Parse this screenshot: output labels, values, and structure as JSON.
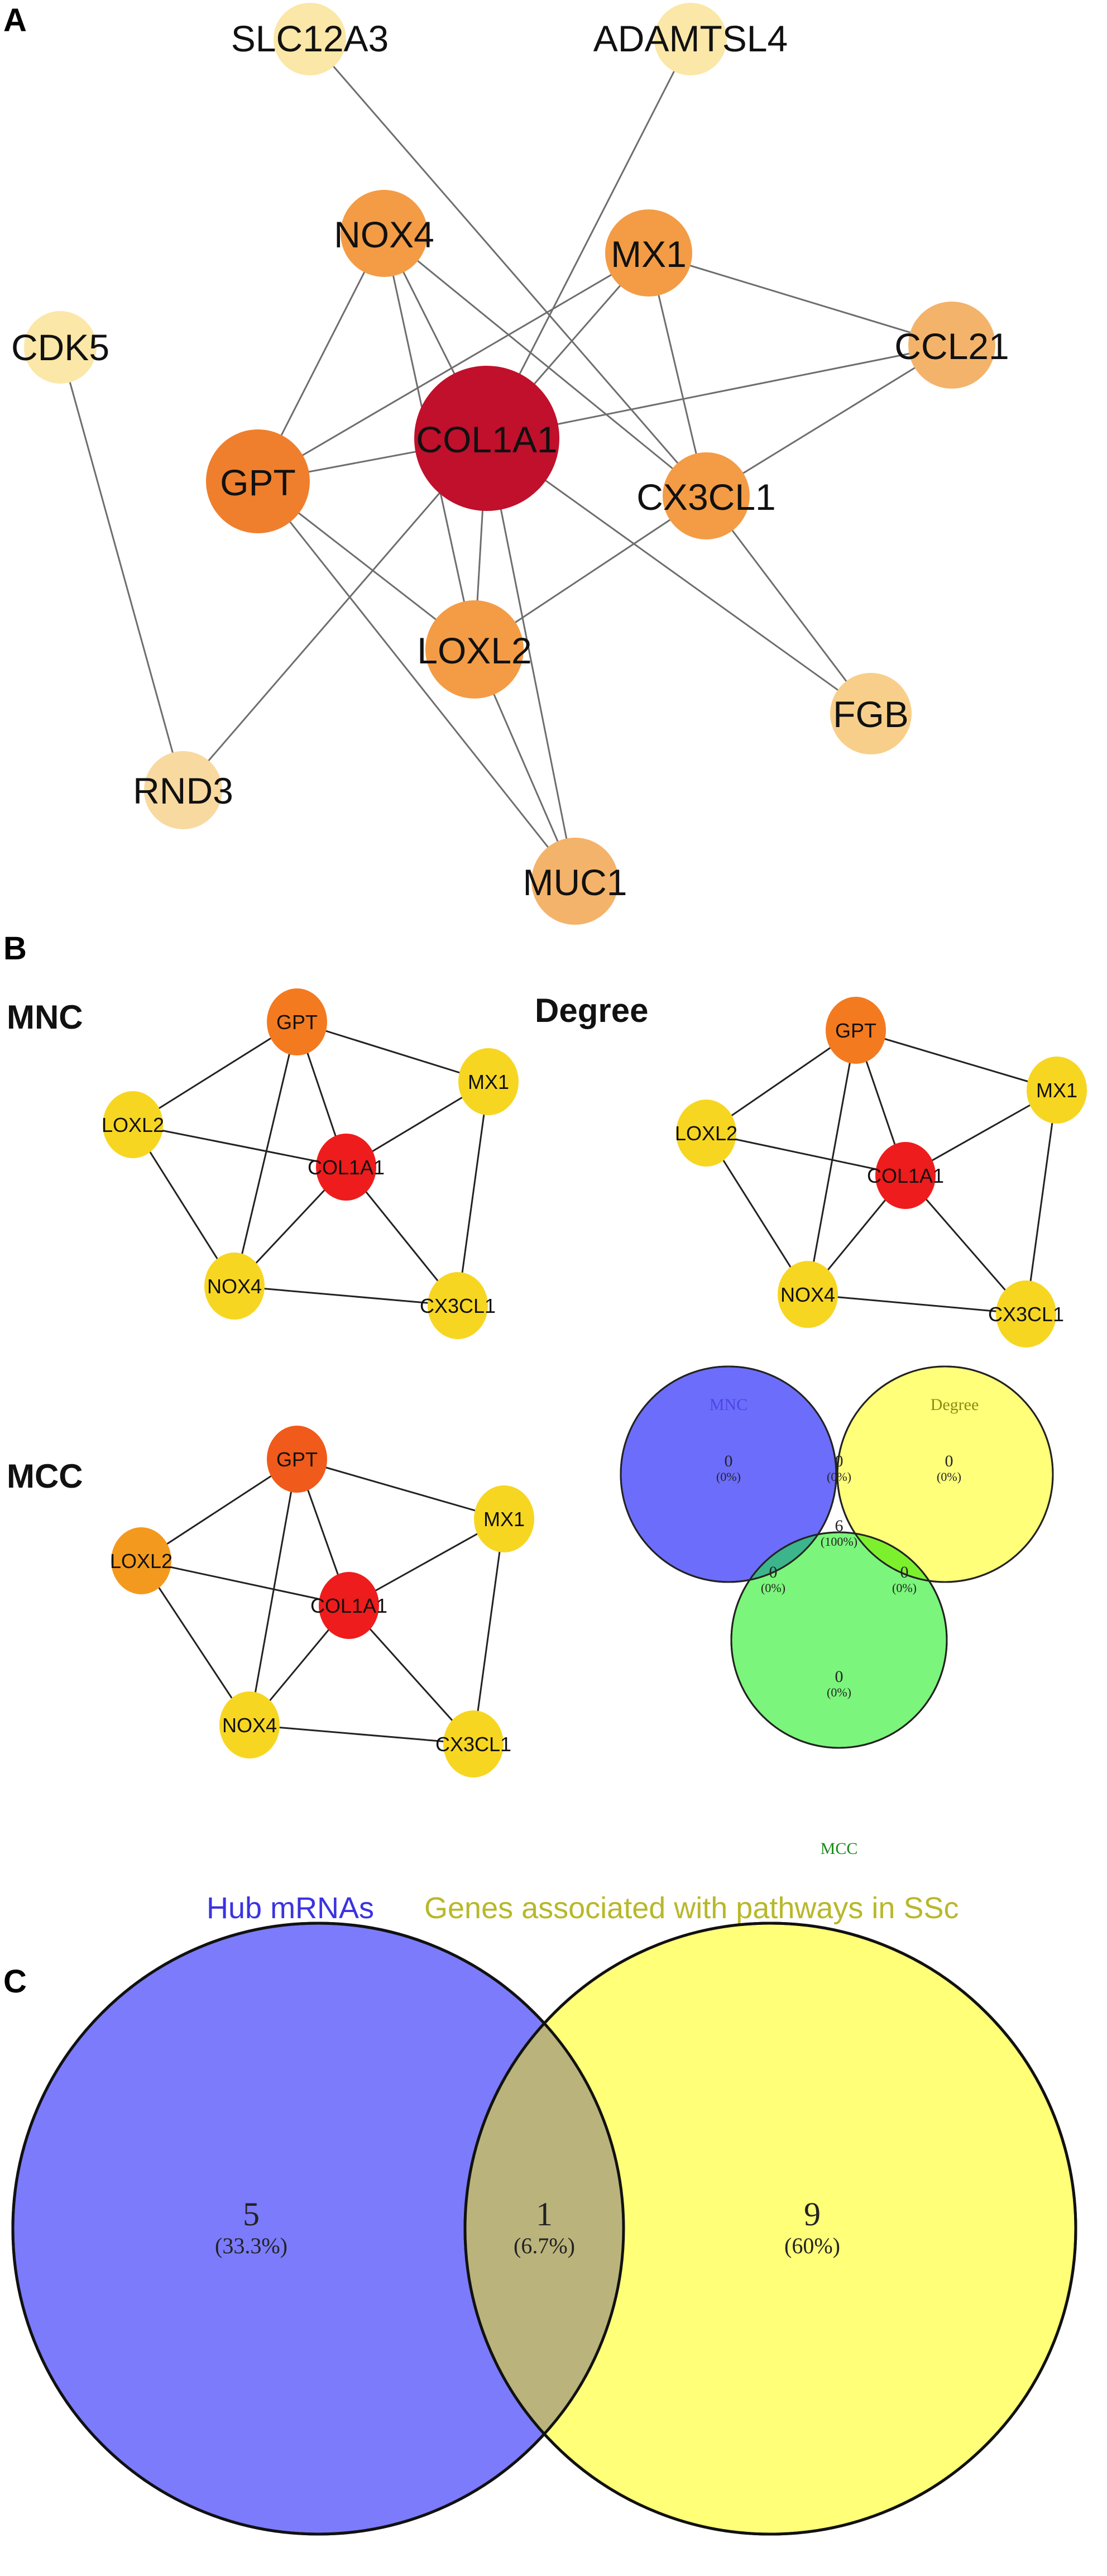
{
  "panels": {
    "a": {
      "letter": "A"
    },
    "b": {
      "letter": "B"
    },
    "c": {
      "letter": "C"
    }
  },
  "network_a": {
    "nodes": [
      {
        "id": "SLC12A3",
        "label": "SLC12A3",
        "color": "#fbe7a7"
      },
      {
        "id": "ADAMTSL4",
        "label": "ADAMTSL4",
        "color": "#fbe7a7"
      },
      {
        "id": "NOX4",
        "label": "NOX4",
        "color": "#f39c45"
      },
      {
        "id": "MX1",
        "label": "MX1",
        "color": "#f39c45"
      },
      {
        "id": "CDK5",
        "label": "CDK5",
        "color": "#fbe7a7"
      },
      {
        "id": "CCL21",
        "label": "CCL21",
        "color": "#f4b36a"
      },
      {
        "id": "COL1A1",
        "label": "COL1A1",
        "color": "#c0102c"
      },
      {
        "id": "GPT",
        "label": "GPT",
        "color": "#ef7f2c"
      },
      {
        "id": "CX3CL1",
        "label": "CX3CL1",
        "color": "#f39c45"
      },
      {
        "id": "LOXL2",
        "label": "LOXL2",
        "color": "#f39c45"
      },
      {
        "id": "FGB",
        "label": "FGB",
        "color": "#f8cf8a"
      },
      {
        "id": "RND3",
        "label": "RND3",
        "color": "#f8d9a0"
      },
      {
        "id": "MUC1",
        "label": "MUC1",
        "color": "#f4b36a"
      }
    ],
    "edges": [
      [
        "SLC12A3",
        "CX3CL1"
      ],
      [
        "ADAMTSL4",
        "COL1A1"
      ],
      [
        "CDK5",
        "RND3"
      ],
      [
        "NOX4",
        "GPT"
      ],
      [
        "NOX4",
        "COL1A1"
      ],
      [
        "NOX4",
        "CX3CL1"
      ],
      [
        "NOX4",
        "LOXL2"
      ],
      [
        "MX1",
        "COL1A1"
      ],
      [
        "MX1",
        "CCL21"
      ],
      [
        "MX1",
        "CX3CL1"
      ],
      [
        "MX1",
        "GPT"
      ],
      [
        "CCL21",
        "COL1A1"
      ],
      [
        "CCL21",
        "CX3CL1"
      ],
      [
        "GPT",
        "COL1A1"
      ],
      [
        "GPT",
        "LOXL2"
      ],
      [
        "GPT",
        "MUC1"
      ],
      [
        "COL1A1",
        "LOXL2"
      ],
      [
        "COL1A1",
        "MUC1"
      ],
      [
        "COL1A1",
        "FGB"
      ],
      [
        "COL1A1",
        "RND3"
      ],
      [
        "LOXL2",
        "CX3CL1"
      ],
      [
        "LOXL2",
        "MUC1"
      ],
      [
        "CX3CL1",
        "FGB"
      ]
    ]
  },
  "hub_networks": [
    {
      "method": "MNC",
      "nodes": [
        {
          "id": "GPT",
          "label": "GPT",
          "color": "#f47a20"
        },
        {
          "id": "LOXL2",
          "label": "LOXL2",
          "color": "#f7d622"
        },
        {
          "id": "MX1",
          "label": "MX1",
          "color": "#f7d622"
        },
        {
          "id": "COL1A1",
          "label": "COL1A1",
          "color": "#ee1c1c"
        },
        {
          "id": "NOX4",
          "label": "NOX4",
          "color": "#f7d622"
        },
        {
          "id": "CX3CL1",
          "label": "CX3CL1",
          "color": "#f7d622"
        }
      ]
    },
    {
      "method": "Degree",
      "nodes": [
        {
          "id": "GPT",
          "label": "GPT",
          "color": "#f47a20"
        },
        {
          "id": "LOXL2",
          "label": "LOXL2",
          "color": "#f7d622"
        },
        {
          "id": "MX1",
          "label": "MX1",
          "color": "#f7d622"
        },
        {
          "id": "COL1A1",
          "label": "COL1A1",
          "color": "#ee1c1c"
        },
        {
          "id": "NOX4",
          "label": "NOX4",
          "color": "#f7d622"
        },
        {
          "id": "CX3CL1",
          "label": "CX3CL1",
          "color": "#f7d622"
        }
      ]
    },
    {
      "method": "MCC",
      "nodes": [
        {
          "id": "GPT",
          "label": "GPT",
          "color": "#f05a1a"
        },
        {
          "id": "LOXL2",
          "label": "LOXL2",
          "color": "#f39a1e"
        },
        {
          "id": "MX1",
          "label": "MX1",
          "color": "#f7d622"
        },
        {
          "id": "COL1A1",
          "label": "COL1A1",
          "color": "#ee1c1c"
        },
        {
          "id": "NOX4",
          "label": "NOX4",
          "color": "#f7d622"
        },
        {
          "id": "CX3CL1",
          "label": "CX3CL1",
          "color": "#f7d622"
        }
      ]
    }
  ],
  "hub_edges": [
    [
      "GPT",
      "LOXL2"
    ],
    [
      "GPT",
      "MX1"
    ],
    [
      "GPT",
      "COL1A1"
    ],
    [
      "GPT",
      "NOX4"
    ],
    [
      "LOXL2",
      "COL1A1"
    ],
    [
      "LOXL2",
      "NOX4"
    ],
    [
      "MX1",
      "COL1A1"
    ],
    [
      "MX1",
      "CX3CL1"
    ],
    [
      "COL1A1",
      "NOX4"
    ],
    [
      "COL1A1",
      "CX3CL1"
    ],
    [
      "NOX4",
      "CX3CL1"
    ]
  ],
  "venn3": {
    "sets": [
      {
        "name": "MNC",
        "color": "#4b46e8"
      },
      {
        "name": "Degree",
        "color": "#8c8c10"
      },
      {
        "name": "MCC",
        "color": "#1a8a1a"
      }
    ],
    "regions": {
      "mnc_only": {
        "count": "0",
        "pct": "(0%)"
      },
      "degree_only": {
        "count": "0",
        "pct": "(0%)"
      },
      "mcc_only": {
        "count": "0",
        "pct": "(0%)"
      },
      "mnc_degree": {
        "count": "0",
        "pct": "(0%)"
      },
      "mnc_mcc": {
        "count": "0",
        "pct": "(0%)"
      },
      "degree_mcc": {
        "count": "0",
        "pct": "(0%)"
      },
      "all": {
        "count": "6",
        "pct": "(100%)"
      }
    }
  },
  "venn2": {
    "left": {
      "name": "Hub mRNAs",
      "color": "#3b33e0",
      "count": "5",
      "pct": "(33.3%)"
    },
    "right": {
      "name": "Genes associated with pathways in SSc",
      "color": "#b8b82a",
      "count": "9",
      "pct": "(60%)"
    },
    "both": {
      "count": "1",
      "pct": "(6.7%)"
    }
  }
}
